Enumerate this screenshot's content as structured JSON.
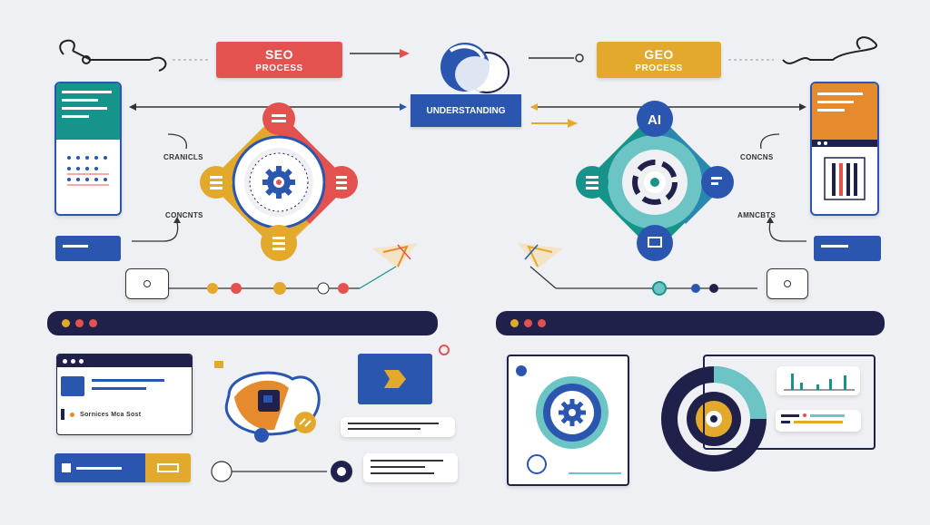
{
  "seo": {
    "title": "SEO",
    "subtitle": "PROCESS"
  },
  "geo": {
    "title": "GEO",
    "subtitle": "PROCESS"
  },
  "center": {
    "banner": "UNDERSTANDING"
  },
  "left_labels": {
    "top": "CRANICLS",
    "bottom": "CONCNTS"
  },
  "right_labels": {
    "top": "CONCNS",
    "bottom": "AMNCBTS"
  },
  "geo_diamond": {
    "top_label": "AI"
  },
  "bottom_left_card": {
    "text": "Sornices Mca Sost"
  },
  "colors": {
    "seo_red": "#e4524f",
    "geo_gold": "#e2a92d",
    "navy": "#20214a",
    "blue": "#2a56b0",
    "teal": "#16938a",
    "orange": "#e68a2e",
    "light_teal": "#6cc5c4"
  },
  "icons": [
    "gear-icon",
    "document-icon",
    "ai-icon",
    "chart-icon",
    "play-icon",
    "target-icon",
    "arrow-icon",
    "key-icon"
  ]
}
